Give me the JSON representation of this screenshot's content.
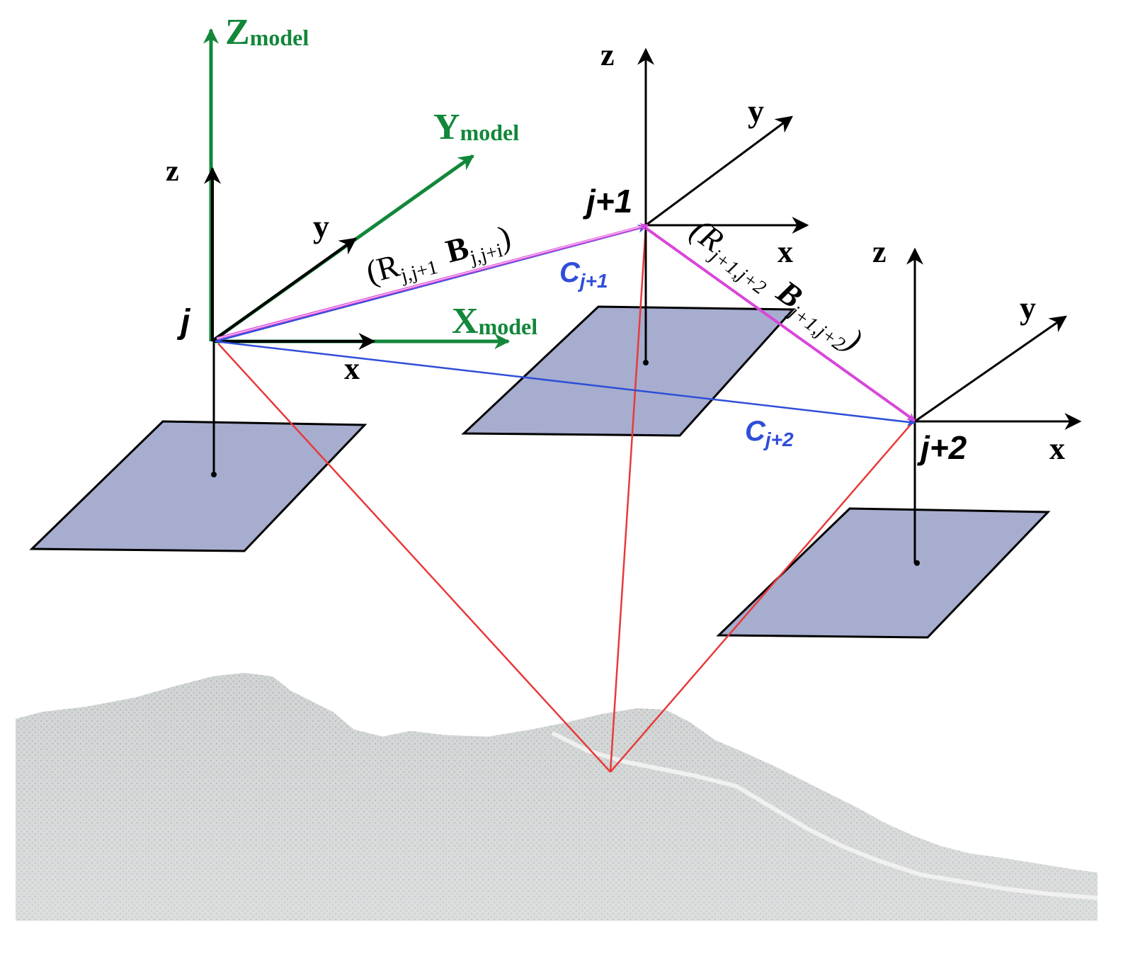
{
  "colors": {
    "axis": "#000000",
    "model_axis": "#12873a",
    "baseline": "#d946d9",
    "camera_vector": "#2f4ed8",
    "ray": "#e83a3a",
    "image_plane_fill": "#a7adcf",
    "terrain": "#c9cccc"
  },
  "model_axes": {
    "z": {
      "main": "Z",
      "sub": "model"
    },
    "y": {
      "main": "Y",
      "sub": "model"
    },
    "x": {
      "main": "X",
      "sub": "model"
    }
  },
  "cameras": [
    {
      "label": "j",
      "axes": {
        "x": "x",
        "y": "y",
        "z": "z"
      }
    },
    {
      "label": "j+1",
      "axes": {
        "x": "x",
        "y": "y",
        "z": "z"
      }
    },
    {
      "label": "j+2",
      "axes": {
        "x": "x",
        "y": "y",
        "z": "z"
      }
    }
  ],
  "baselines": [
    {
      "open": "(",
      "r": "R",
      "r_sub": "j,j+1",
      "b": "B",
      "b_sub": "j,j+i",
      "close": ")"
    },
    {
      "open": "(",
      "r": "R",
      "r_sub": "j+1,j+2",
      "b": "B",
      "b_sub": "j+1,j+2",
      "close": ")"
    }
  ],
  "camera_vectors": [
    {
      "main": "C",
      "sub": "j+1"
    },
    {
      "main": "C",
      "sub": "j+2"
    }
  ]
}
